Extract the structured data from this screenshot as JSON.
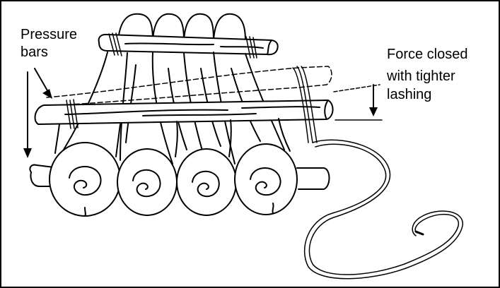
{
  "labels": {
    "pressure_bars": [
      "Pressure",
      "bars"
    ],
    "force_closed": [
      "Force closed",
      "with tighter",
      "lashing"
    ]
  },
  "colors": {
    "ink": "#000000",
    "paper": "#ffffff"
  }
}
